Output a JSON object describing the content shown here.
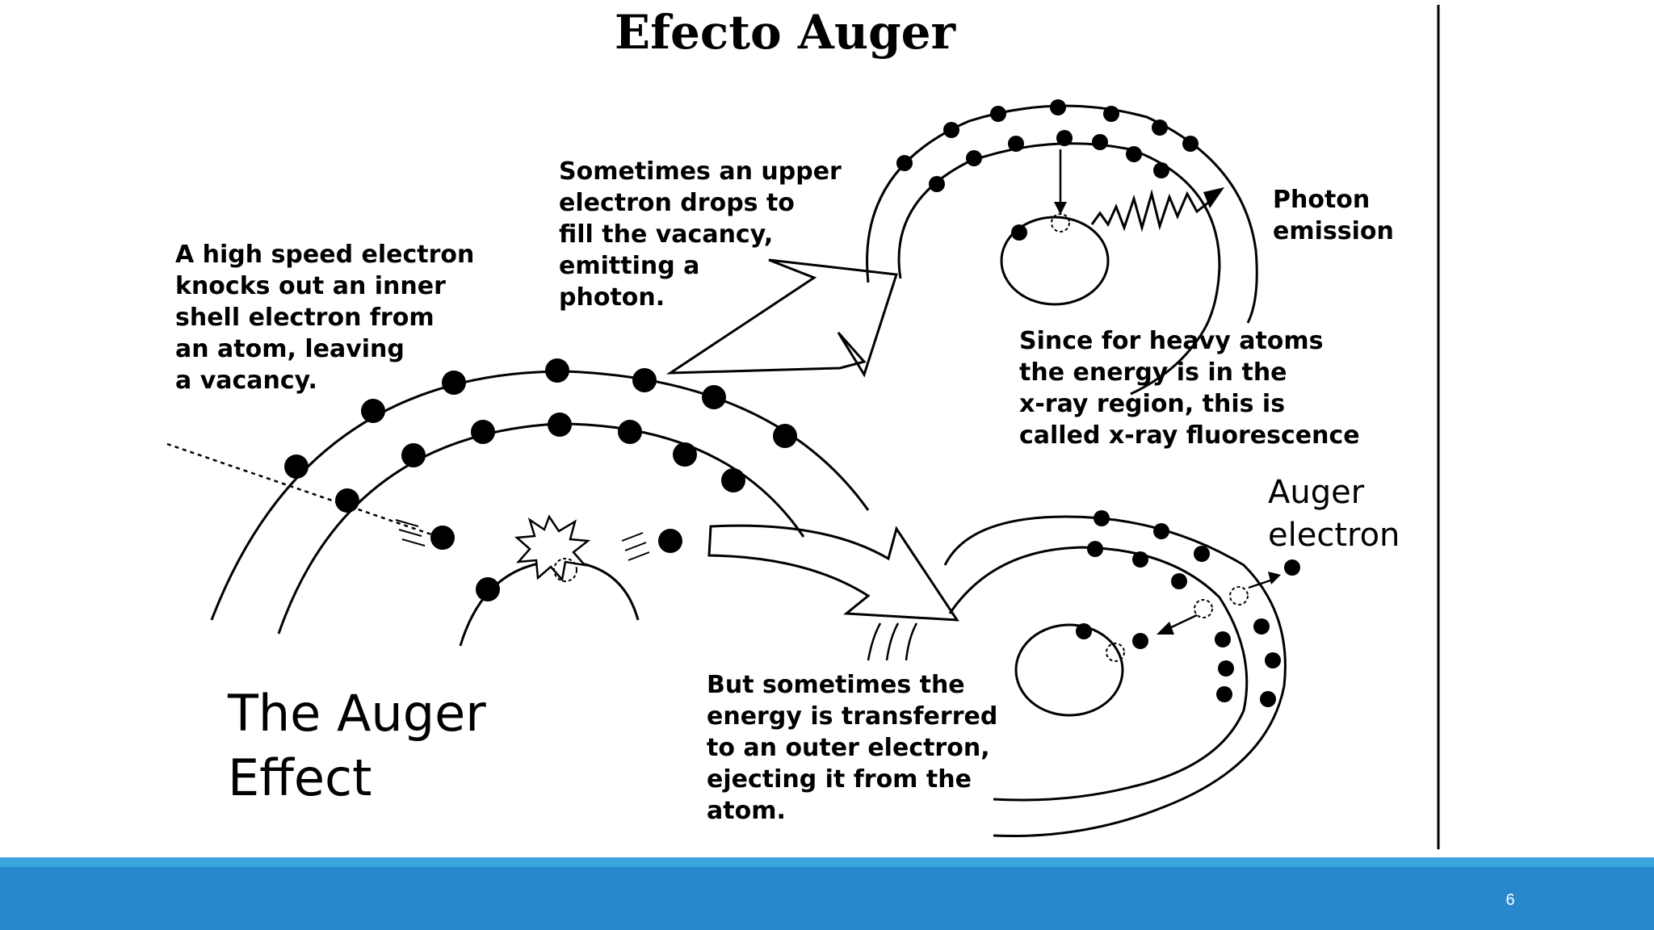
{
  "title": "Efecto Auger",
  "labels": {
    "knock_out": [
      "A high speed electron",
      "knocks out an inner",
      "shell electron from",
      "an atom, leaving",
      "a vacancy."
    ],
    "drop": [
      "Sometimes an upper",
      "electron drops to",
      "fill the vacancy,",
      "emitting a",
      "photon."
    ],
    "photon": [
      "Photon",
      "emission"
    ],
    "fluorescence": [
      "Since for heavy atoms",
      "the energy is in the",
      "x-ray region, this is",
      "called x-ray fluorescence"
    ],
    "auger_electron": [
      "Auger",
      "electron"
    ],
    "transfer": [
      "But sometimes the",
      "energy is transferred",
      "to an outer electron,",
      "ejecting it from the",
      "atom."
    ],
    "effect_title": [
      "The Auger",
      "Effect"
    ]
  },
  "footer": {
    "page_number": "6",
    "strip_color": "#3aa5dc",
    "bar_color": "#2888cc"
  }
}
